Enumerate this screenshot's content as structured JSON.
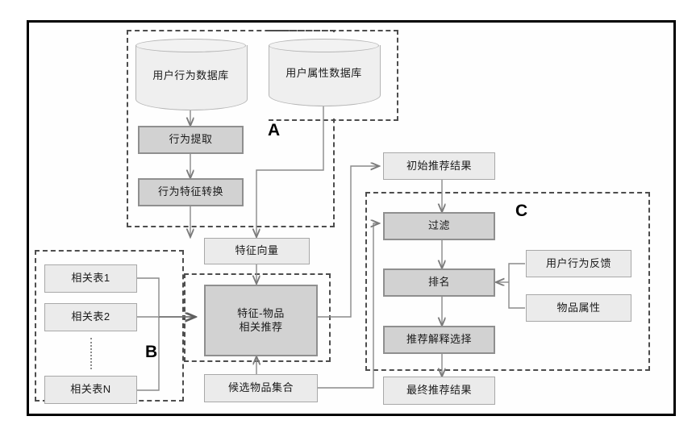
{
  "diagram": {
    "type": "flowchart",
    "title": "",
    "groups": [
      {
        "id": "A",
        "label": "A"
      },
      {
        "id": "B",
        "label": "B"
      },
      {
        "id": "C",
        "label": "C"
      }
    ],
    "nodes": {
      "user_behavior_db": "用户行为数据库",
      "user_attribute_db": "用户属性数据库",
      "behavior_extract": "行为提取",
      "behavior_feature_transform": "行为特征转换",
      "feature_vector": "特征向量",
      "relation_table_1": "相关表1",
      "relation_table_2": "相关表2",
      "relation_table_n": "相关表N",
      "feature_item_rec_line1": "特征-物品",
      "feature_item_rec_line2": "相关推荐",
      "candidate_item_set": "候选物品集合",
      "initial_rec_result": "初始推荐结果",
      "filter": "过滤",
      "ranking": "排名",
      "user_behavior_feedback": "用户行为反馈",
      "item_attribute": "物品属性",
      "rec_explanation_select": "推荐解释选择",
      "final_rec_result": "最终推荐结果"
    },
    "colors": {
      "frame_border": "#000000",
      "node_light_fill": "#ebebeb",
      "node_light_border": "#a8a8a8",
      "node_dark_fill": "#d2d2d2",
      "node_dark_border": "#8f8f8f",
      "cylinder_fill": "#efefef",
      "group_dash": "#4d4d4d",
      "connector": "#8a8a8a",
      "connector_dark": "#6e6e6e",
      "text": "#1a1a1a"
    }
  }
}
